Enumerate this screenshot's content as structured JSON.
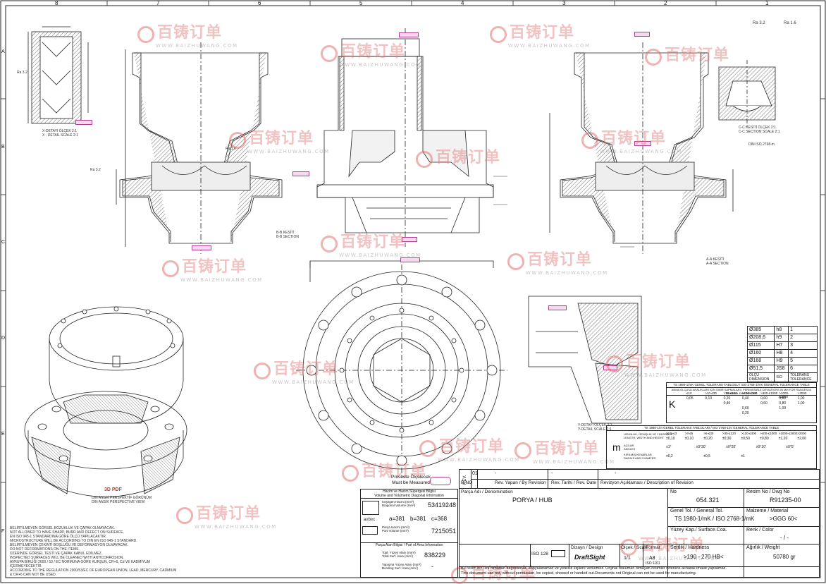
{
  "grid": {
    "cols": [
      "8",
      "7",
      "6",
      "5",
      "4",
      "3",
      "2",
      "1"
    ],
    "rows": [
      "A",
      "B",
      "C",
      "D",
      "E",
      "F"
    ]
  },
  "watermark": {
    "brand": "百铸订单",
    "url": "WWW.BAIZHUWANG.COM"
  },
  "views": {
    "x_detail": "X-DETAYI ÖLÇEK 2:1\nX - DETAIL SCALE 2:1",
    "b_section": "B-B KESİTİ\nB-B SECTION",
    "a_section": "A-A KESİTİ\nA-A SECTION",
    "c_section": "C-C KESİTİ ÖLÇEK 2:1\nC-C SECTION SCALE 2:1",
    "y_detail": "Y-DETAYI ÖLÇEK 2:1\nY-DETAIL SCALE 2:1",
    "perspective_tr": "3D PDF",
    "perspective_note": "DIN ANSIK PERSPEKTİF GÖRÜNÜM\nDIN ANSIK PERSPECTIVE VIEW",
    "surface_symbols": "Ra 3.2",
    "surface_symbols2": "Ra 1.6"
  },
  "tolerance_table_1": {
    "title": "TS 1980-1/mK GENEL TOLERANS TABLOSU / ISO 2768-1/mK GENERAL TOLERANCE TABLE",
    "subtitle": "ANMA ÖLÇÜSÜ ARALIKLARI İÇİN SINIR SAPMALARI / PERMISSIBLE DEVIATIONS IN MM FOR RANGES IN NOMINAL DIMENSIONS",
    "class": "K",
    "ranges": [
      "≤10",
      ">10-≤30",
      ">30-≤100",
      ">100-≤300",
      ">300-≤1000",
      ">1000-≤2000",
      ">2000"
    ],
    "rows": [
      [
        "0,05",
        "0,10",
        "0,20",
        "0,40",
        "0,60",
        "0,80",
        "1,00"
      ],
      [
        "",
        "",
        "0,40",
        "",
        "0,60",
        "0,80",
        "1,00"
      ],
      [
        "",
        "",
        "",
        "0,60",
        "",
        "1,00",
        ""
      ],
      [
        "",
        "",
        "",
        "0,20",
        "",
        "",
        ""
      ]
    ]
  },
  "tolerance_table_2": {
    "title": "TS 1980-1/m GENEL TOLERANS TABLOLARI / ISO 2768-1/m GENERAL TOLERANCE TABLE",
    "class": "m",
    "row_labels": [
      "UZUNLUK, GENİŞLİK VE YÜKSEKLİK\nLENGTH, WIDTH AND HEIGHT",
      "AÇILAR\nANGLES",
      "KIRILMIŞ KENARLAR\nRADIUS AND CHAMFER"
    ],
    "ranges": [
      "≥0,5-≤3",
      ">3-≤6",
      ">6-≤30",
      ">30-≤120",
      ">120-≤400",
      ">400-≤1000",
      ">1000-≤2000",
      ">2000"
    ],
    "len_vals": [
      "±0,10",
      "±0,10",
      "±0,20",
      "±0,30",
      "±0,50",
      "±0,80",
      "±1,20",
      "±2,00"
    ],
    "ang_vals": [
      "±1°",
      "±0°30'",
      "±0°20'",
      "±0°10'",
      "±0°5'"
    ],
    "rad_vals": [
      "±0,2",
      "±0,5",
      "±1",
      ""
    ]
  },
  "material_info": {
    "title": "Hacim ve Hacim Süpergesi Bilgisi\nVolume and Volumetric Diagonal Information",
    "diag_label": "Köşegen Hacmi (mm³)\nDiagonal Volume (mm³)",
    "diag_value": "53419248",
    "a": "a=381",
    "b": "b=381",
    "c": "c=368",
    "abc": "a≥b≥c",
    "part_vol_label": "Parça Hacmi (mm³)\nPart Volume (mm³)",
    "part_vol_value": "7215051",
    "area_title": "Parça Alan Bilgisi / Part of Area Information",
    "total_area_label": "Topl. Yüzey Alanı (mm²)\nTotal Surf. Area (mm²)",
    "total_area_value": "838229",
    "bond_area_label": "Yapışma Yüzey Alanı (mm²)\nBonding Surf. Area (mm²)",
    "bond_area_value": "-"
  },
  "process_measure": {
    "tr": "Proseste Ölçülecek",
    "en": "Must be Measured"
  },
  "title_block": {
    "rev_label": "REV.",
    "rev_no": "01",
    "rno_label": "R.NO",
    "rev_by_label": "Rev. Yapan / By Revision",
    "rev_date_label": "Rev. Tarihi / Rev. Date",
    "rev_desc_label": "Revizyon Açıklaması / Description of Revision",
    "rev_dash": "-",
    "part_name_label": "Parça Adı / Denomination",
    "part_name": "PORYA / HUB",
    "no_label": "No",
    "no_value": "054.321",
    "dwg_label": "Resim No / Dwg No",
    "dwg_value": "R91235-00",
    "gen_tol_label": "Genel Tol. / General Tol.",
    "gen_tol_value": "TS 1980-1/mK / ISO 2768-1/mK",
    "material_label": "Malzeme / Material",
    "material_value": ">GGG 60<",
    "surface_label": "Yüzey Kap./ Surface.Coa.",
    "color_label": "Renk / Color",
    "color_value": "- / -",
    "iso128": "ISO 128",
    "design_label": "Dizayn / Design",
    "design_value": "DraftSight",
    "scale_label": "Ölçek / Scale",
    "scale_value": "1/1",
    "format_label": "Format",
    "format_value": "A3",
    "hardness_label": "Sertlik / Hardness",
    "hardness_value": ">190 - 270 HB<",
    "weight_label": "Ağırlık / Weight",
    "weight_value": "50780 gr",
    "iso1101": "ISO 1101",
    "copyright_tr": "Bu resim                nin izni olmadan dağıtılamaz, kopyalanamaz ve yetkisiz kişilere verilemez. Orijinal dokuman olmayan resimler referans alınarak imalat yapılamaz.",
    "copyright_en": "This document can not, without                    permission, be copied, showed or handed out.Documents not Original can not be used for manufacturing."
  },
  "notes_left": [
    "BELİRTİLMEYEN GÖRSEL BOZUKLUK VE ÇAPAK OLMAYACAK.",
    "NOT ALLOWED TO HAVE SHARP, BURR AND DEFECT ON SURFACE.",
    "EN ISO 945-1 STANDARDINA GÖRE ÖLÇÜ YAPILACAKTIR.",
    "MICROSTRUCTURE WILL BE ACCORDING TO DIN EN ISO 945-1 STANDARD.",
    "BELİRTİLMEYEN ÇEKİNTİ BOŞLUĞU VE DEFORMASYON OLMAYACAK.",
    "DO NOT DEFORMATIONS ON THE ITEMS.",
    "ÜZERİNDE GÖRSEL TESTİ VE ÇAPAK KABUL EDİLMEZ.",
    "INSPECTED SURFACES WILL BE CLEANED WITH ANTICORROSION.",
    "AVRUPA BİRLİĞİ 2000 / 53 / EC NORMUNA GÖRE KURŞUN, CR+6, Cd VE KADMİYUM İÇERMEYECEKTİR.",
    "ACCORDING TO THE REGULATION 2000/53/EC OF EUROPEAN UNION, LEAD, MERCURY, CADMIUM & CR+6 CAN NOT BE USED."
  ],
  "hardness_table": [
    [
      "Ø385",
      "h8",
      "1"
    ],
    [
      "Ø208,6",
      "h9",
      "2"
    ],
    [
      "Ø115",
      "H7",
      "3"
    ],
    [
      "Ø160",
      "H8",
      "4"
    ],
    [
      "Ø168",
      "H9",
      "5"
    ],
    [
      "Ø51,5",
      "JS8",
      "6"
    ]
  ],
  "hardness_table_head": {
    "c1": "ÖLÇÜ\nDIMENSION",
    "c2": "ISO",
    "c3": "TOLERANS\nTOLERANCE"
  },
  "iso_spec": "DIN ISO 2768-m"
}
